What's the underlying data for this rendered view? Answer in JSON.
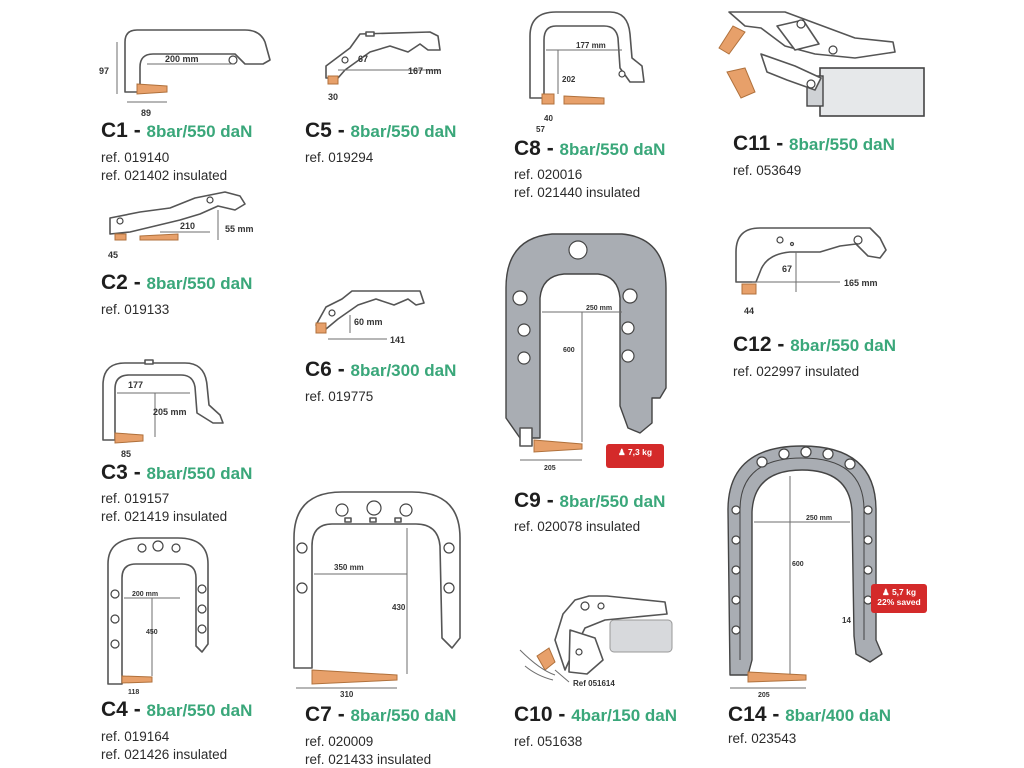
{
  "items": {
    "c1": {
      "code": "C1",
      "sep": " - ",
      "spec": "8bar/550 daN",
      "refs": [
        "ref. 019140",
        "ref. 021402 insulated"
      ],
      "dims": {
        "a": "200 mm",
        "b": "97",
        "c": "89"
      }
    },
    "c2": {
      "code": "C2",
      "sep": " - ",
      "spec": "8bar/550 daN",
      "refs": [
        "ref. 019133"
      ],
      "dims": {
        "a": "210",
        "b": "55 mm",
        "c": "45"
      }
    },
    "c3": {
      "code": "C3",
      "sep": " - ",
      "spec": "8bar/550 daN",
      "refs": [
        "ref. 019157",
        "ref. 021419  insulated"
      ],
      "dims": {
        "a": "177",
        "b": "205 mm",
        "c": "85"
      }
    },
    "c4": {
      "code": "C4",
      "sep": " - ",
      "spec": "8bar/550 daN",
      "refs": [
        "ref. 019164",
        "ref. 021426 insulated"
      ],
      "dims": {
        "a": "200 mm",
        "b": "450",
        "c": "118"
      }
    },
    "c5": {
      "code": "C5",
      "sep": " - ",
      "spec": "8bar/550 daN",
      "refs": [
        "ref. 019294"
      ],
      "dims": {
        "a": "67",
        "b": "167 mm",
        "c": "30"
      }
    },
    "c6": {
      "code": "C6",
      "sep": " - ",
      "spec": "8bar/300 daN",
      "refs": [
        "ref. 019775"
      ],
      "dims": {
        "a": "60 mm",
        "b": "141"
      }
    },
    "c7": {
      "code": "C7",
      "sep": " - ",
      "spec": "8bar/550 daN",
      "refs": [
        "ref. 020009",
        "ref. 021433 insulated"
      ],
      "dims": {
        "a": "350 mm",
        "b": "430",
        "c": "310"
      }
    },
    "c8": {
      "code": "C8",
      "sep": " - ",
      "spec": "8bar/550 daN",
      "refs": [
        "ref. 020016",
        "ref. 021440 insulated"
      ],
      "dims": {
        "a": "177 mm",
        "b": "202",
        "c": "40",
        "d": "57"
      }
    },
    "c9": {
      "code": "C9",
      "sep": " - ",
      "spec": "8bar/550 daN",
      "refs": [
        "ref. 020078 insulated"
      ],
      "dims": {
        "a": "250 mm",
        "b": "600",
        "c": "205"
      },
      "badge": [
        "7,3 kg"
      ]
    },
    "c10": {
      "code": "C10",
      "sep": " - ",
      "spec": "4bar/150 daN",
      "refs": [
        "ref. 051638"
      ],
      "dims": {
        "a": "Ref 051614"
      }
    },
    "c11": {
      "code": "C11",
      "sep": " - ",
      "spec": "8bar/550 daN",
      "refs": [
        "ref. 053649"
      ]
    },
    "c12": {
      "code": "C12",
      "sep": " - ",
      "spec": "8bar/550 daN",
      "refs": [
        "ref. 022997 insulated"
      ],
      "dims": {
        "a": "67",
        "b": "165 mm",
        "c": "44"
      }
    },
    "c14": {
      "code": "C14",
      "sep": " - ",
      "spec": "8bar/400 daN",
      "refs": [
        "ref. 023543"
      ],
      "dims": {
        "a": "250 mm",
        "b": "600",
        "c": "205",
        "d": "14"
      },
      "badge": [
        "5,7 kg",
        "22% saved"
      ]
    }
  },
  "colors": {
    "spec_green": "#3aa77a",
    "badge_red": "#d42a2a",
    "tip_orange": "#e7a06a",
    "arm_gray": "#a9adb3"
  },
  "icons": {
    "badge_icon": "weight-person-icon"
  }
}
